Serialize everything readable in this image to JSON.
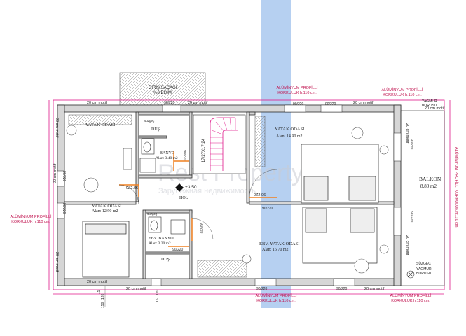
{
  "colors": {
    "wall": "#2a2a2a",
    "wall_fill": "#d6d6d6",
    "magenta": "#e0188a",
    "orange": "#f08020",
    "blue_band": "#a9c8ee",
    "note_red": "#c0124e"
  },
  "entrance": {
    "line1": "GİRİŞ SAÇAĞI",
    "line2": "%3 EĞİM"
  },
  "rooms": {
    "bedroom_left": {
      "name": "YATAK ODASI",
      "area": "Alan: 12.90 m2"
    },
    "bedroom_top": {
      "name": "YATAK ODASI",
      "area": "Alan: 14.90 m2"
    },
    "master_bedroom": {
      "name": "EBV. YATAK ODASI",
      "area": "Alan: 16.70 m2"
    },
    "bathroom": {
      "name": "BANYO",
      "area": "Alan: 3.40 m2"
    },
    "master_bathroom": {
      "name": "EBV. BANYO",
      "area": "Alan: 3.20 m2"
    },
    "shower_top": "DUŞ",
    "shower_bottom": "DUŞ",
    "hall": "HOL",
    "balcony": {
      "name": "BALKON",
      "area": "8.80 m2"
    }
  },
  "stairs": "17/27X17.24",
  "level": "+3.50",
  "notes": {
    "railing_top_center": [
      "ALÜMİNYUM PROFİLLİ",
      "KORKULUK h:110 cm."
    ],
    "railing_top_right": [
      "ALÜMİNYUM PROFİLLİ",
      "KORKULUK h:110 cm."
    ],
    "railing_left": [
      "ALÜMİNYUM PROFİLLİ",
      "KORKULUK h:110 cm."
    ],
    "railing_bottom_center": [
      "ALÜMİNYUM PROFİLLİ",
      "KORKULUK h:110 cm."
    ],
    "railing_bottom_right": [
      "ALÜMİNYUM PROFİLLİ",
      "KORKULUK h:110 cm."
    ],
    "railing_right_vertical": "ALÜMİNYUM PROFİLLİ KORKULUK h:110 cm.",
    "rain_pipe_top": [
      "YAĞMUR",
      "BORUSU"
    ],
    "rain_pipe_bottom": [
      "SÜZGEÇ",
      "YAĞMUR",
      "BORUSU"
    ],
    "sink": "süzgeç"
  },
  "motifs": {
    "top_left": "20 cm motif",
    "top_center": "20 cm motif",
    "top_right1": "20 cm motif",
    "top_right2": "20 cm motif",
    "left_upper": "20 cm motif",
    "left_middle": "20 cm motif",
    "left_lower": "20 cm motif",
    "bottom_left": "20 cm motif",
    "bottom_center": "20 cm motif",
    "bottom_right": "20 cm motif",
    "right_upper": "20 cm motif",
    "right_lower": "20 cm motif"
  },
  "windows": {
    "top_stair": "90/220",
    "top_right_a": "90/220",
    "top_right_b": "90/220",
    "left_a": "90/220",
    "left_b": "90/220",
    "right_a": "90/220",
    "right_b": "90/220",
    "bottom_a": "90/220",
    "bottom_b": "90/220",
    "inner_a": "90/220",
    "inner_b": "90/220",
    "inner_c": "90/220"
  },
  "doors": {
    "door_a": "0Z2.06",
    "door_b": "0Z2.06",
    "door_c": "90/220"
  },
  "dimensions": {
    "d1": "15",
    "d2": "120",
    "d3": "150",
    "d4": "120",
    "d5": "15"
  },
  "watermark": {
    "brand": "Rest Property",
    "tagline": "Зарубежная недвижимость"
  }
}
